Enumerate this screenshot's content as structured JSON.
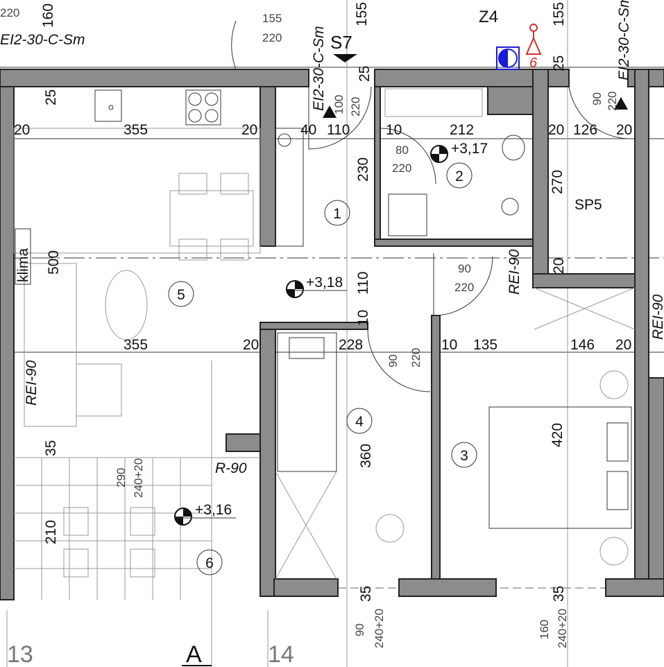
{
  "plan": {
    "zone_label": "Z4",
    "stair_label": "S7",
    "storage_label": "SP5",
    "klima_label": "klima",
    "accessible_icon_number": "6",
    "colors": {
      "wall": "#8c8c8c",
      "accessible_icon": "#d32f2f",
      "blue_icon": "#1a1ad8"
    },
    "rooms": [
      "1",
      "2",
      "3",
      "4",
      "5",
      "6"
    ],
    "elevations": [
      "+3,18",
      "+3,17",
      "+3,16"
    ],
    "fire_ratings": {
      "door_top_left": "EI2-30-C-Sm",
      "door_top_center": "EI2-30-C-Sm",
      "door_top_right": "EI2-30-C-Sm",
      "wall_left": "REI-90",
      "wall_center": "REI-90",
      "wall_right": "REI-90",
      "balcony": "R-90"
    },
    "dimensions": {
      "top_220": "220",
      "top_160": "160",
      "door_155": "155",
      "door_220": "220",
      "axis_155a": "155",
      "axis_155b": "155",
      "top_25a": "25",
      "top_25b": "25",
      "top_25c": "25",
      "entry_100": "100",
      "entry_220": "220",
      "sp_90": "90",
      "sp_220": "220",
      "w20a": "20",
      "w355a": "355",
      "w20b": "20",
      "w40": "40",
      "w110": "110",
      "w10a": "10",
      "w212": "212",
      "w20c": "20",
      "w126": "126",
      "w20d": "20",
      "bath_80": "80",
      "bath_220": "220",
      "h230": "230",
      "h270": "270",
      "h500": "500",
      "h110": "110",
      "h10": "10",
      "hall_90": "90",
      "hall_220": "220",
      "h20": "20",
      "w355b": "355",
      "w20e": "20",
      "w228": "228",
      "r4_90": "90",
      "r4_220": "220",
      "w10b": "10",
      "w135": "135",
      "w146": "146",
      "w20f": "20",
      "h420": "420",
      "h360": "360",
      "h35a": "35",
      "h210": "210",
      "bal_290": "290",
      "bal_240": "240+20",
      "b35a": "35",
      "b35b": "35",
      "win1_90": "90",
      "win1_240": "240+20",
      "win2_160": "160",
      "win2_240": "240+20"
    },
    "axes": {
      "grid_13": "13",
      "grid_14": "14",
      "section_a": "A"
    }
  }
}
